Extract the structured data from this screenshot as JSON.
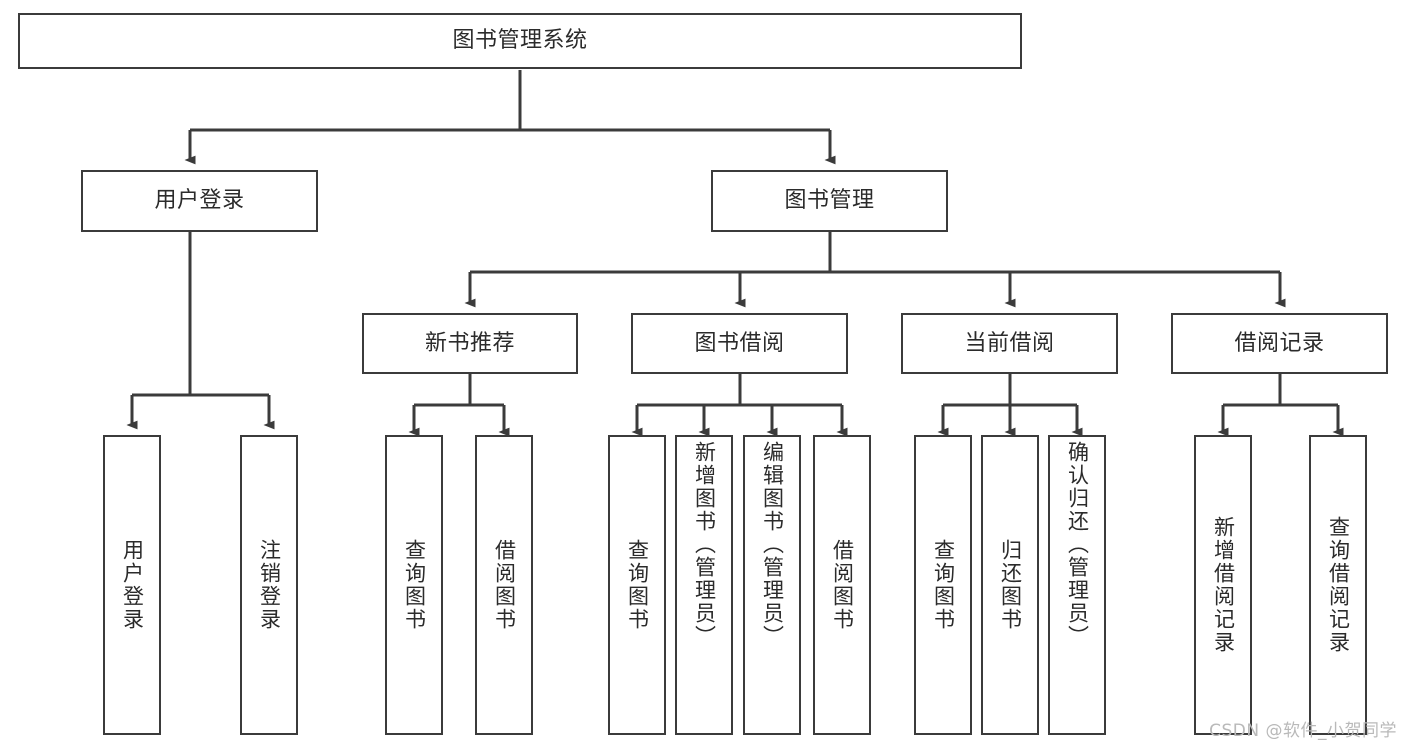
{
  "diagram": {
    "type": "tree-hierarchy-chart",
    "title": "图书管理系统",
    "root": {
      "id": "root",
      "label": "图书管理系统",
      "orientation": "horizontal"
    },
    "level2": [
      {
        "id": "user-login",
        "label": "用户登录",
        "orientation": "horizontal"
      },
      {
        "id": "book-management",
        "label": "图书管理",
        "orientation": "horizontal"
      }
    ],
    "level3": [
      {
        "id": "new-book-recommend",
        "label": "新书推荐",
        "orientation": "horizontal"
      },
      {
        "id": "book-borrow",
        "label": "图书借阅",
        "orientation": "horizontal"
      },
      {
        "id": "current-borrow",
        "label": "当前借阅",
        "orientation": "horizontal"
      },
      {
        "id": "borrow-record",
        "label": "借阅记录",
        "orientation": "horizontal"
      }
    ],
    "leaves": {
      "user_login": [
        {
          "id": "leaf-user-login",
          "label": "用户登录",
          "orientation": "vertical"
        },
        {
          "id": "leaf-logout-login",
          "label": "注销登录",
          "orientation": "vertical"
        }
      ],
      "new_book_recommend": [
        {
          "id": "leaf-query-book-1",
          "label": "查询图书",
          "orientation": "vertical"
        },
        {
          "id": "leaf-borrow-book-1",
          "label": "借阅图书",
          "orientation": "vertical"
        }
      ],
      "book_borrow": [
        {
          "id": "leaf-query-book-2",
          "label": "查询图书",
          "orientation": "vertical"
        },
        {
          "id": "leaf-add-book",
          "label": "新增图书（管理员）",
          "orientation": "vertical"
        },
        {
          "id": "leaf-edit-book",
          "label": "编辑图书（管理员）",
          "orientation": "vertical"
        },
        {
          "id": "leaf-borrow-book-2",
          "label": "借阅图书",
          "orientation": "vertical"
        }
      ],
      "current_borrow": [
        {
          "id": "leaf-query-book-3",
          "label": "查询图书",
          "orientation": "vertical"
        },
        {
          "id": "leaf-return-book",
          "label": "归还图书",
          "orientation": "vertical"
        },
        {
          "id": "leaf-confirm-return",
          "label": "确认归还（管理员）",
          "orientation": "vertical"
        }
      ],
      "borrow_record": [
        {
          "id": "leaf-add-record",
          "label": "新增借阅记录",
          "orientation": "vertical"
        },
        {
          "id": "leaf-query-record",
          "label": "查询借阅记录",
          "orientation": "vertical"
        }
      ]
    },
    "colors": {
      "stroke": "#3b3b3b",
      "box_fill": "#ffffff",
      "text": "#2b2b2b",
      "background": "#ffffff",
      "watermark": "#b9b9b9"
    }
  },
  "watermark": {
    "text": "CSDN @软件_小贺同学"
  }
}
